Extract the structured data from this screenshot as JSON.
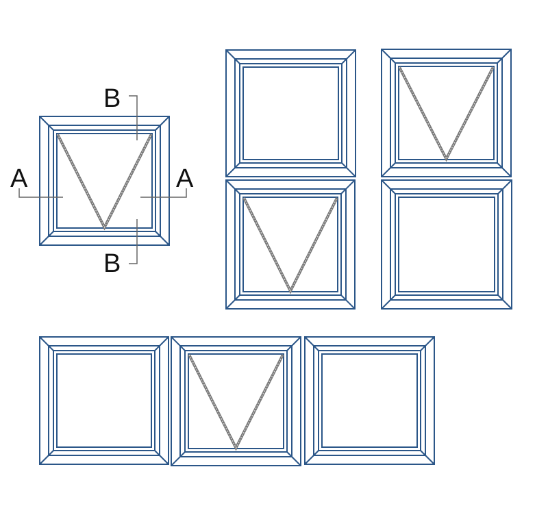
{
  "colors": {
    "frame": "#2b5688",
    "hinge": "#777777",
    "leader": "#666666"
  },
  "labels": {
    "top": "B",
    "bottom": "B",
    "left": "A",
    "right": "A"
  },
  "windows": [
    {
      "id": "section-key",
      "opening": "top-hung"
    },
    {
      "id": "upper-left",
      "opening": "fixed"
    },
    {
      "id": "upper-right",
      "opening": "top-hung"
    },
    {
      "id": "lower-left",
      "opening": "top-hung"
    },
    {
      "id": "lower-right",
      "opening": "fixed"
    },
    {
      "id": "row-left",
      "opening": "fixed"
    },
    {
      "id": "row-center",
      "opening": "top-hung"
    },
    {
      "id": "row-right",
      "opening": "fixed"
    }
  ]
}
